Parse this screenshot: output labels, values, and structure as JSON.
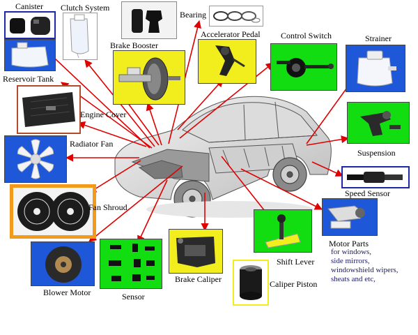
{
  "labels": {
    "canister": "Canister",
    "clutch_system": "Clutch System",
    "bearing": "Bearing",
    "brake_booster": "Brake Booster",
    "accelerator_pedal": "Accelerator Pedal",
    "control_switch": "Control Switch",
    "strainer": "Strainer",
    "reservoir_tank": "Reservoir Tank",
    "engine_cover": "Engine Cover",
    "radiator_fan": "Radiator Fan",
    "suspension": "Suspension",
    "speed_sensor": "Speed Sensor",
    "fan_shroud": "Fan Shroud",
    "motor_parts": "Motor Parts",
    "motor_parts_detail_1": "for windows,",
    "motor_parts_detail_2": "side mirrors,",
    "motor_parts_detail_3": "windowshield wipers,",
    "motor_parts_detail_4": "sheats and etc,",
    "shift_lever": "Shift Lever",
    "blower_motor": "Blower Motor",
    "sensor": "Sensor",
    "brake_caliper": "Brake Caliper",
    "caliper_piston": "Caliper Piston"
  },
  "colors": {
    "arrow": "#e00000",
    "green_panel": "#11dd11",
    "yellow_panel": "#f2ee1e",
    "blue_panel": "#1f57d9",
    "orange_frame": "#f29a1c",
    "blue_frame": "#1d28a8",
    "brown_frame": "#b34a2a"
  }
}
